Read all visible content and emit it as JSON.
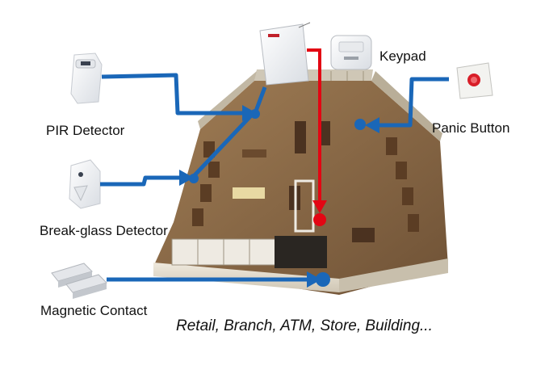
{
  "labels": {
    "pir": "PIR Detector",
    "break_glass": "Break-glass Detector",
    "magnetic": "Magnetic  Contact",
    "keypad": "Keypad",
    "panic": "Panic Button"
  },
  "caption": "Retail, Branch, ATM, Store, Building...",
  "colors": {
    "connector_blue": "#1a67b8",
    "alarm_red": "#e30613",
    "floor": "#8a6a47",
    "wall": "#d9d2c4"
  },
  "devices": [
    {
      "name": "pir-detector",
      "icon": "pir-sensor-icon"
    },
    {
      "name": "break-glass-detector",
      "icon": "break-glass-sensor-icon"
    },
    {
      "name": "magnetic-contact",
      "icon": "magnetic-contact-icon"
    },
    {
      "name": "alarm-panel",
      "icon": "control-panel-icon"
    },
    {
      "name": "keypad",
      "icon": "keypad-icon"
    },
    {
      "name": "panic-button",
      "icon": "panic-button-icon"
    }
  ]
}
